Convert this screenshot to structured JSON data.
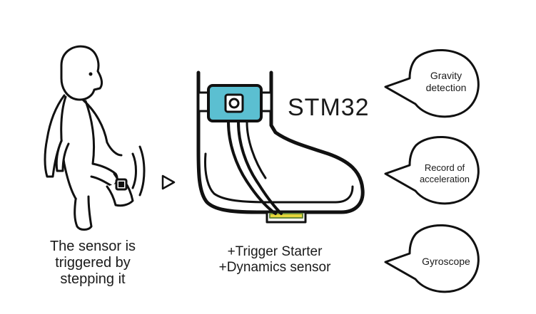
{
  "sensor_caption": {
    "line1": "The sensor is",
    "line2": "triggered by",
    "line3": "stepping it"
  },
  "chip_label": "STM32",
  "device_caption": {
    "line1": "+Trigger Starter",
    "line2": "+Dynamics sensor"
  },
  "bubbles": [
    {
      "line1": "Gravity",
      "line2": "detection"
    },
    {
      "line1": "Record of",
      "line2": "acceleration"
    },
    {
      "line1": "Gyroscope",
      "line2": ""
    }
  ],
  "colors": {
    "sensor_box": "#5bbfd1",
    "sole_strip": "#e6d63a",
    "sole_strip_edge": "#6a8a3a",
    "outline": "#111111"
  }
}
